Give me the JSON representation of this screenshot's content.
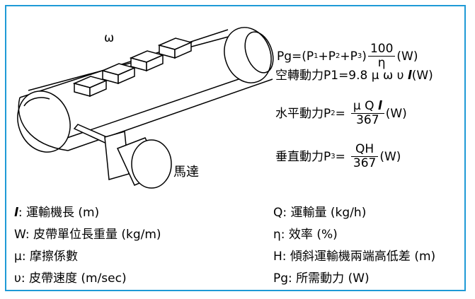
{
  "diagram": {
    "omega_label": "ω",
    "motor_label": "馬達"
  },
  "formulas": {
    "total": {
      "lhs": "Pg=(P",
      "s1": "1",
      "plus1": "+P",
      "s2": "2",
      "plus2": "+P",
      "s3": "3",
      "close": ")",
      "num": "100",
      "den": "η",
      "unit": "(W)"
    },
    "idle": {
      "prefix": "空轉動力P1=9.8 μ ω υ ",
      "italic": "l",
      "unit": "(W)"
    },
    "horizontal": {
      "label": "水平動力P",
      "sub": "2",
      "eq": "=",
      "num_prefix": "μ Q ",
      "num_italic": "l",
      "den": "367",
      "unit": "(W)"
    },
    "vertical": {
      "label": "垂直動力P",
      "sub": "3",
      "eq": "=",
      "num": "QH",
      "den": "367",
      "unit": "(W)"
    }
  },
  "legend": {
    "left": [
      {
        "sym": "l",
        "text": ": 運輸機長 (m)"
      },
      {
        "sym": "W",
        "text": ": 皮帶單位長重量 (kg/m)"
      },
      {
        "sym": "μ",
        "text": ": 摩擦係數"
      },
      {
        "sym": "υ",
        "text": ": 皮帶速度 (m/sec)"
      }
    ],
    "right": [
      {
        "sym": "Q",
        "text": ": 運輸量 (kg/h)"
      },
      {
        "sym": "η",
        "text": ": 效率 (%)"
      },
      {
        "sym": "H",
        "text": ": 傾斜運輸機兩端高低差 (m)"
      },
      {
        "sym": "Pg",
        "text": ": 所需動力 (W)"
      }
    ]
  }
}
